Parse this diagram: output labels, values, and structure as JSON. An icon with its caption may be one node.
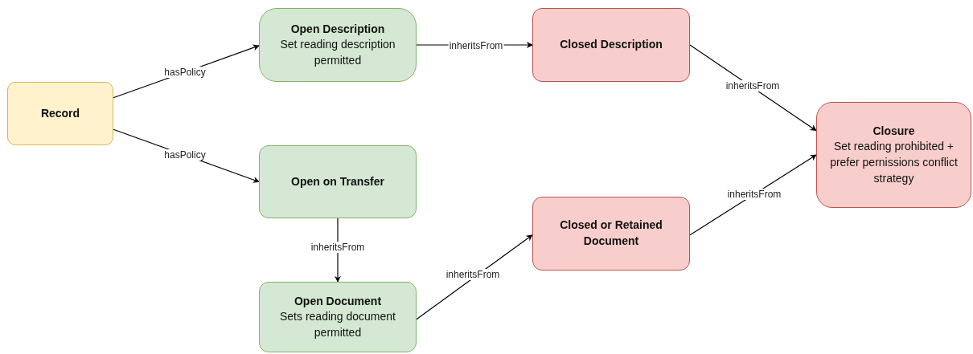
{
  "diagram": {
    "nodes": [
      {
        "text": [
          "Record"
        ]
      },
      {
        "text": [
          "Open Description",
          "Set reading description permitted"
        ]
      },
      {
        "text": [
          "Open on Transfer"
        ]
      },
      {
        "text": [
          "Open Document",
          "Sets reading document permitted"
        ]
      },
      {
        "text": [
          "Closed Description"
        ]
      },
      {
        "text": [
          "Closed or Retained Document"
        ]
      },
      {
        "text": [
          "Closure",
          "Set reading prohibited + prefer pernissions conflict strategy"
        ]
      }
    ],
    "edges": [
      {
        "from": 0,
        "to": 1,
        "arrow": "to",
        "label": "hasPolicy"
      },
      {
        "from": 0,
        "to": 2,
        "arrow": "to",
        "label": "hasPolicy"
      },
      {
        "from": 1,
        "to": 4,
        "arrow": "to",
        "label": "inheritsFrom"
      },
      {
        "from": 2,
        "to": 3,
        "arrow": "to",
        "label": "inheritsFrom"
      },
      {
        "from": 3,
        "to": 5,
        "arrow": "to",
        "label": "inheritsFrom"
      },
      {
        "from": 4,
        "to": 6,
        "arrow": "to",
        "label": "inheritsFrom"
      },
      {
        "from": 5,
        "to": 6,
        "arrow": "to",
        "label": "inheritsFrom"
      }
    ]
  }
}
